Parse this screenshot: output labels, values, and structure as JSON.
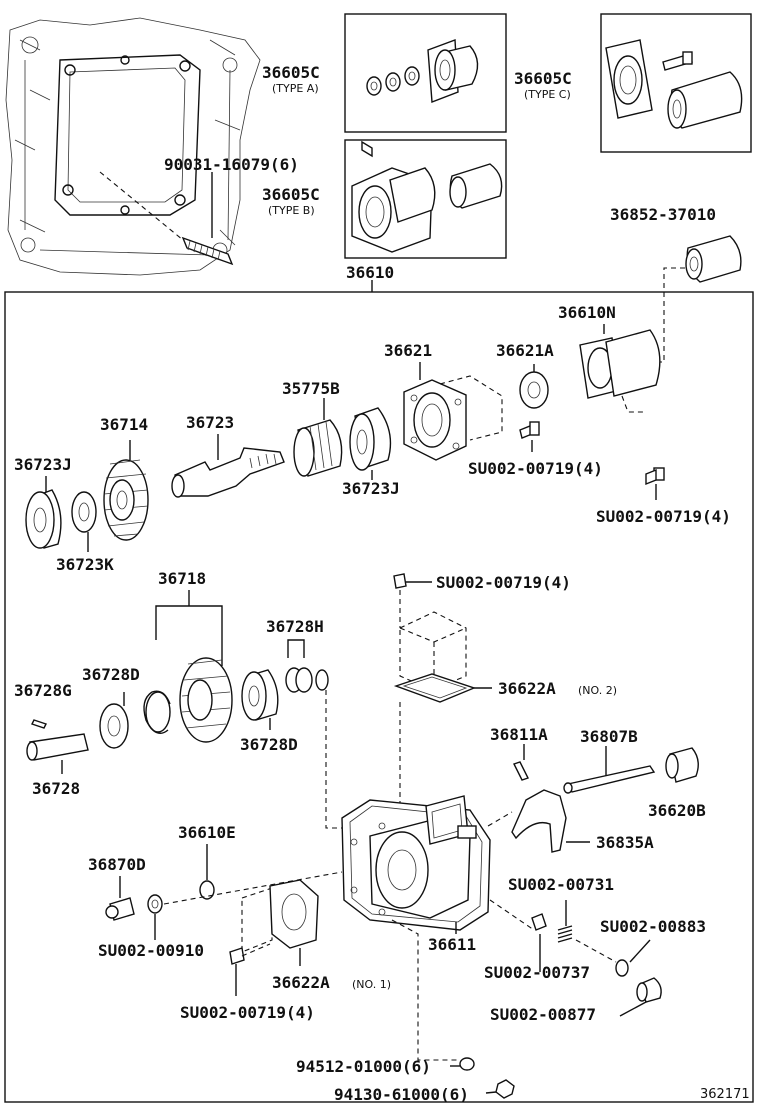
{
  "diagram": {
    "callouts": {
      "c36605c_a": "36605C",
      "c36605c_a_type": "(TYPE A)",
      "c36605c_c": "36605C",
      "c36605c_c_type": "(TYPE C)",
      "c36605c_b": "36605C",
      "c36605c_b_type": "(TYPE B)",
      "c90031": "90031-16079(6)",
      "c36852": "36852-37010",
      "c36610": "36610",
      "c36610n": "36610N",
      "c36621": "36621",
      "c36621a": "36621A",
      "c35775b": "35775B",
      "c36723": "36723",
      "c36714": "36714",
      "c36723j_left": "36723J",
      "c36723j_right": "36723J",
      "c36723k": "36723K",
      "c_su719_a": "SU002-00719(4)",
      "c_su719_b": "SU002-00719(4)",
      "c_su719_c": "SU002-00719(4)",
      "c_su719_d": "SU002-00719(4)",
      "c36718": "36718",
      "c36728h": "36728H",
      "c36728d_left": "36728D",
      "c36728d_right": "36728D",
      "c36728g": "36728G",
      "c36728": "36728",
      "c36622a_no2": "36622A",
      "c36622a_no2_suffix": "(NO. 2)",
      "c36811a": "36811A",
      "c36807b": "36807B",
      "c36620b": "36620B",
      "c36835a": "36835A",
      "c36610e": "36610E",
      "c36870d": "36870D",
      "c_su910": "SU002-00910",
      "c36611": "36611",
      "c_su731": "SU002-00731",
      "c_su883": "SU002-00883",
      "c_su737": "SU002-00737",
      "c_su877": "SU002-00877",
      "c36622a_no1": "36622A",
      "c36622a_no1_suffix": "(NO. 1)",
      "c94512": "94512-01000(6)",
      "c94130": "94130-61000(6)",
      "figure_number": "362171"
    }
  }
}
